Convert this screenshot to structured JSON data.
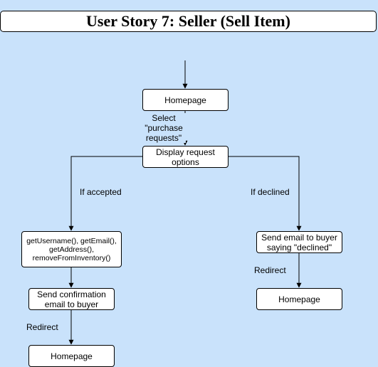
{
  "title": "User Story 7: Seller (Sell Item)",
  "nodes": {
    "homepage_top": "Homepage",
    "display_request": "Display request\noptions",
    "get_methods": "getUsername(), getEmail(),\ngetAddress(),\nremoveFromInventory()",
    "send_confirmation": "Send confirmation\nemail to buyer",
    "homepage_left": "Homepage",
    "send_declined": "Send email to buyer\nsaying \"declined\"",
    "homepage_right": "Homepage"
  },
  "edge_labels": {
    "select_purchase": "Select\n\"purchase\nrequests\"",
    "if_accepted": "If accepted",
    "if_declined": "If declined",
    "redirect_left": "Redirect",
    "redirect_right": "Redirect"
  },
  "colors": {
    "background": "#c9e2fb",
    "node_fill": "#ffffff",
    "stroke": "#000000"
  }
}
